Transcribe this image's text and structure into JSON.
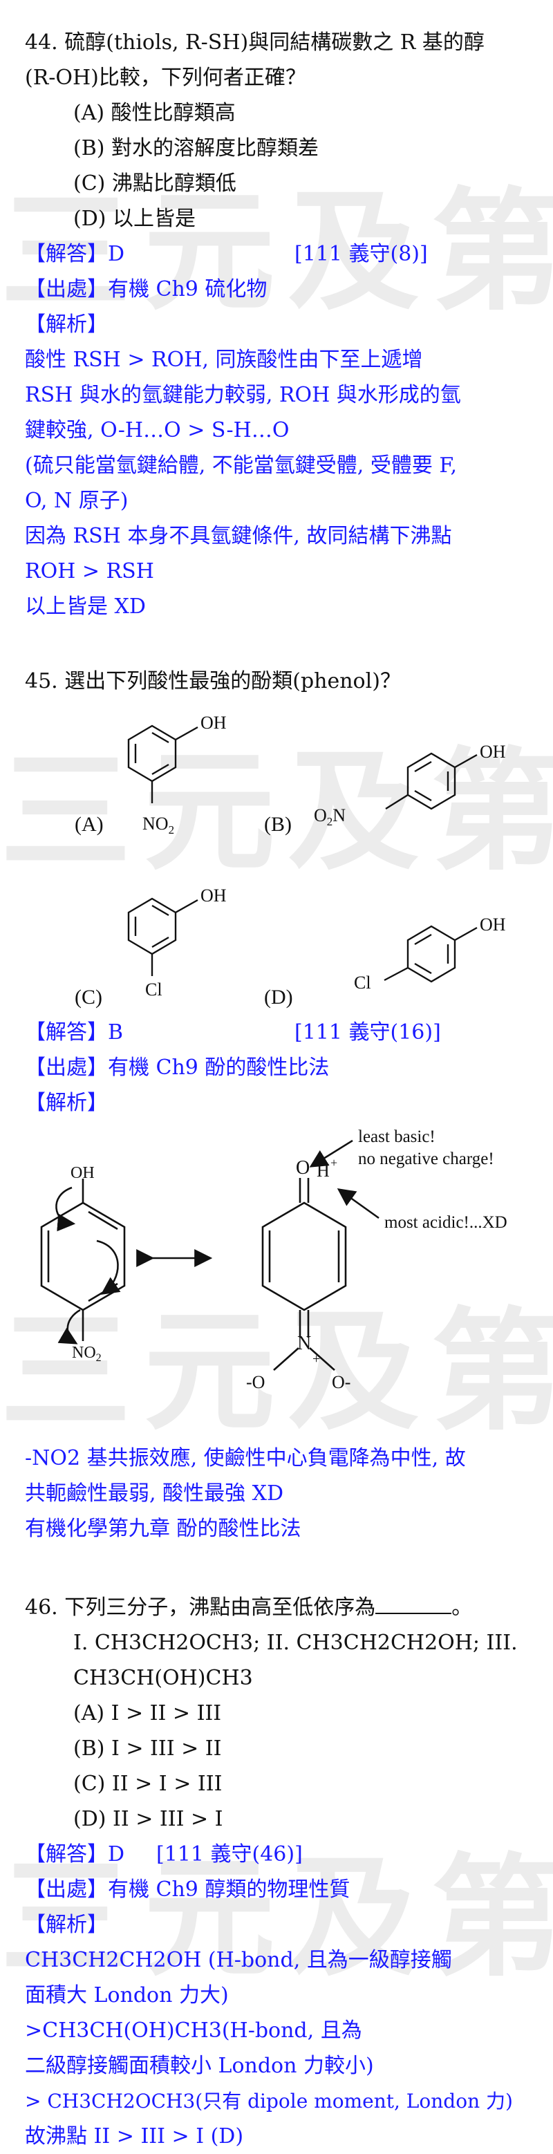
{
  "watermark": "三元及第",
  "q44": {
    "stem_1": "44.  硫醇(thiols, R-SH)與同結構碳數之 R  基的醇",
    "stem_2": "(R-OH)比較，下列何者正確？",
    "options": [
      "(A)  酸性比醇類高",
      "(B)  對水的溶解度比醇類差",
      "(C)  沸點比醇類低",
      "(D)  以上皆是"
    ],
    "answer_label": "【解答】D",
    "answer_source": "[111 義守(8)]",
    "origin": "【出處】有機 Ch9  硫化物",
    "analysis_label": "【解析】",
    "analysis": [
      "酸性 RSH > ROH,  同族酸性由下至上遞增",
      "RSH  與水的氫鍵能力較弱, ROH  與水形成的氫",
      "鍵較強, O-H…O > S-H…O",
      "(硫只能當氫鍵給體, 不能當氫鍵受體, 受體要 F,",
      "O, N 原子)",
      "因為 RSH  本身不具氫鍵條件, 故同結構下沸點",
      "ROH > RSH",
      "以上皆是 XD"
    ]
  },
  "q45": {
    "stem": "45.  選出下列酸性最強的酚類(phenol)？",
    "labels": {
      "A": "(A)",
      "B": "(B)",
      "C": "(C)",
      "D": "(D)"
    },
    "atoms": {
      "oh": "OH",
      "no2_a": "NO",
      "no2_a_sub": "2",
      "o2n_b": "O",
      "o2n_b_sub": "2",
      "o2n_b_n": "N",
      "cl": "Cl"
    },
    "answer_label": "【解答】B",
    "answer_source": "[111 義守(16)]",
    "origin": "【出處】有機 Ch9  酚的酸性比法",
    "analysis_label": "【解析】",
    "diagram": {
      "least_basic": "least basic!",
      "no_negative": "no negative charge!",
      "most_acidic": "most acidic!...XD",
      "oh": "OH",
      "no2": "NO",
      "no2_sub": "2",
      "o": "O",
      "h": "H",
      "plus": "+",
      "n": "N",
      "o_left": "-O",
      "o_right": "O-"
    },
    "analysis": [
      "-NO2  基共振效應, 使鹼性中心負電降為中性,  故",
      "共軛鹼性最弱,  酸性最強 XD",
      "有機化學第九章  酚的酸性比法"
    ]
  },
  "q46": {
    "stem_a": "46.  下列三分子，沸點由高至低依序為",
    "stem_b": "。",
    "mol_line_1": "I. CH3CH2OCH3;    II. CH3CH2CH2OH; III.",
    "mol_line_2": "CH3CH(OH)CH3",
    "options": [
      "(A) I > II > III",
      "(B) I > III > II",
      "(C) II > I > III",
      "(D) II > III > I"
    ],
    "answer_label": "【解答】D",
    "answer_source": "[111 義守(46)]",
    "origin": "【出處】有機 Ch9  醇類的物理性質",
    "analysis_label": "【解析】",
    "analysis": [
      "CH3CH2CH2OH (H-bond,  且為一級醇接觸",
      "面積大 London 力大)",
      ">CH3CH(OH)CH3(H-bond,  且為",
      "二級醇接觸面積較小 London 力較小)",
      " > CH3CH2OCH3(只有 dipole moment, London  力)",
      "故沸點  II > III > I       (D)"
    ]
  }
}
